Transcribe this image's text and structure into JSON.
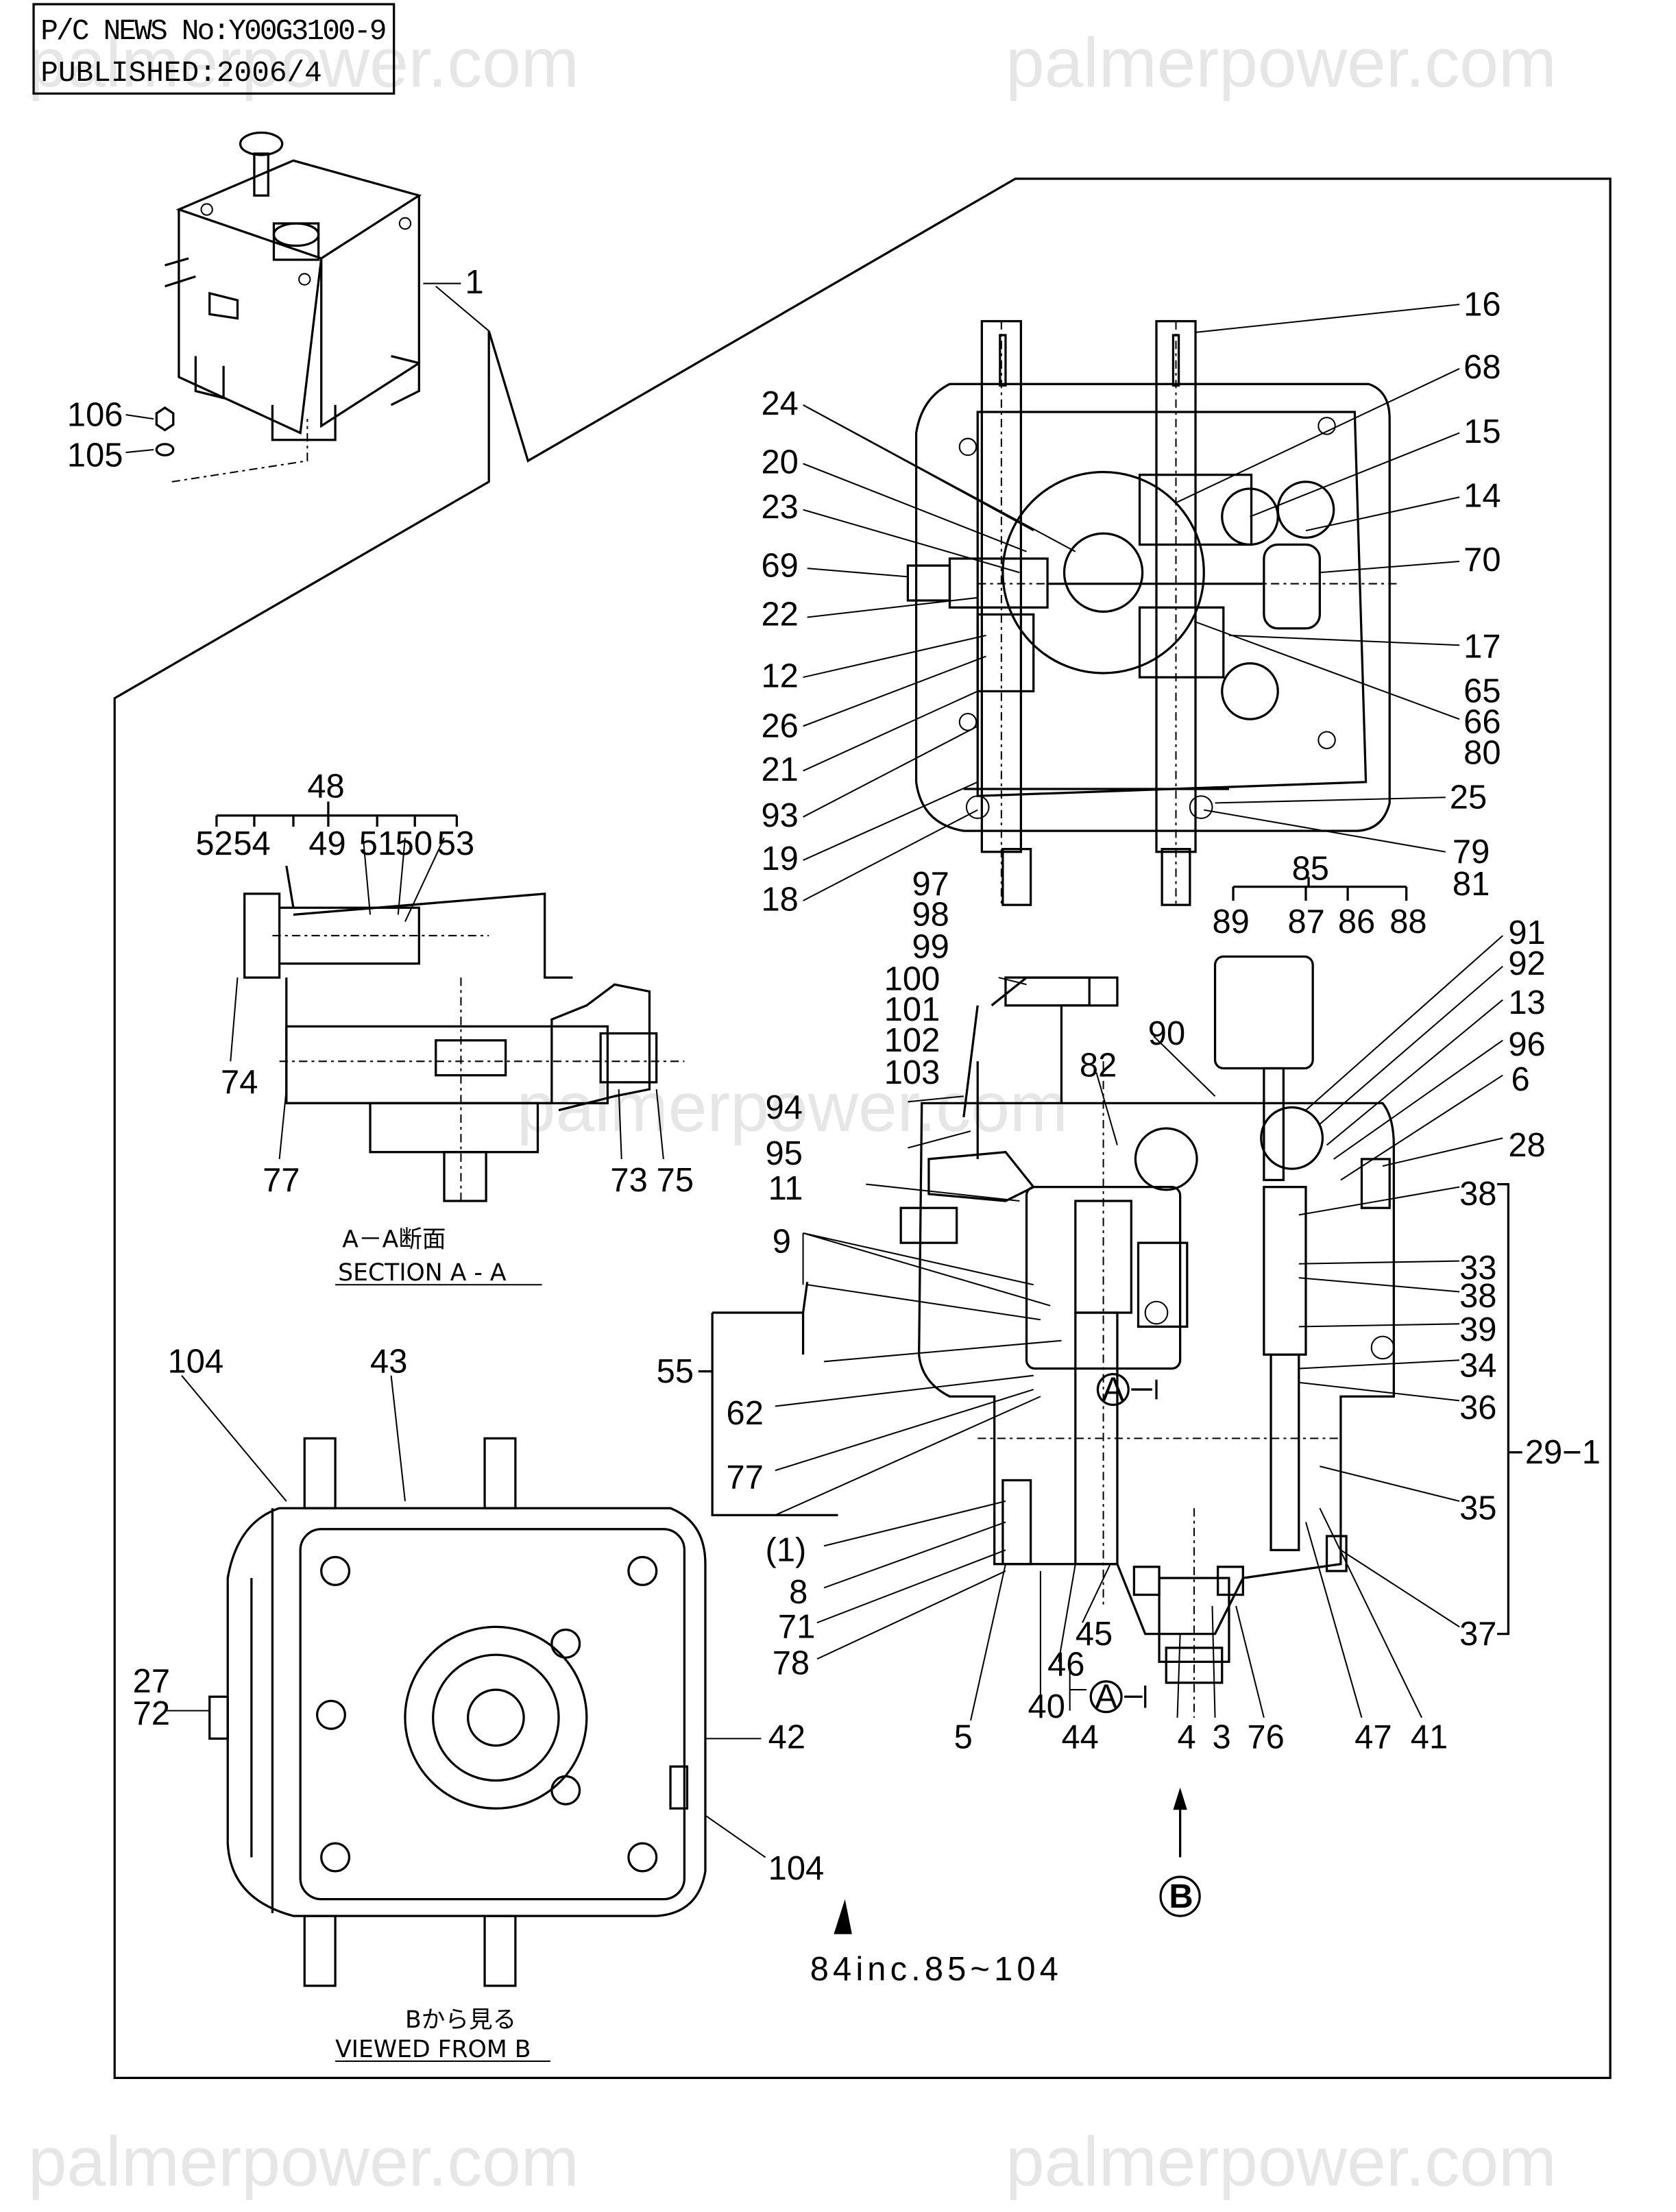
{
  "header": {
    "news_no": "P/C NEWS No:Y00G3100-9",
    "published": "PUBLISHED:2006/4"
  },
  "watermark": "palmerpower.com",
  "sections": {
    "section_aa_jp": "A－A断面",
    "section_aa_en": "SECTION A - A",
    "viewed_jp": "Bから見る",
    "viewed_en": "VIEWED FROM B",
    "kit_note": "84inc.85~104",
    "view_marker": "B",
    "section_marker": "A"
  },
  "labels": [
    "1",
    "106",
    "105",
    "16",
    "68",
    "15",
    "14",
    "70",
    "17",
    "65",
    "66",
    "80",
    "25",
    "79",
    "81",
    "24",
    "20",
    "23",
    "69",
    "22",
    "12",
    "26",
    "21",
    "93",
    "19",
    "18",
    "48",
    "52",
    "54",
    "49",
    "51",
    "50",
    "53",
    "74",
    "77",
    "73",
    "75",
    "97",
    "98",
    "99",
    "100",
    "101",
    "102",
    "103",
    "94",
    "95",
    "11",
    "9",
    "55",
    "62",
    "77",
    "(1)",
    "8",
    "71",
    "78",
    "5",
    "40",
    "46",
    "45",
    "44",
    "4",
    "3",
    "76",
    "47",
    "41",
    "85",
    "89",
    "87",
    "86",
    "88",
    "90",
    "82",
    "91",
    "92",
    "13",
    "96",
    "6",
    "28",
    "38",
    "33",
    "38",
    "39",
    "34",
    "36",
    "29−1",
    "35",
    "37",
    "104",
    "43",
    "27",
    "72",
    "42",
    "104"
  ],
  "colors": {
    "ink": "#000000",
    "watermark": "#e6e6e6",
    "paper": "#ffffff"
  }
}
